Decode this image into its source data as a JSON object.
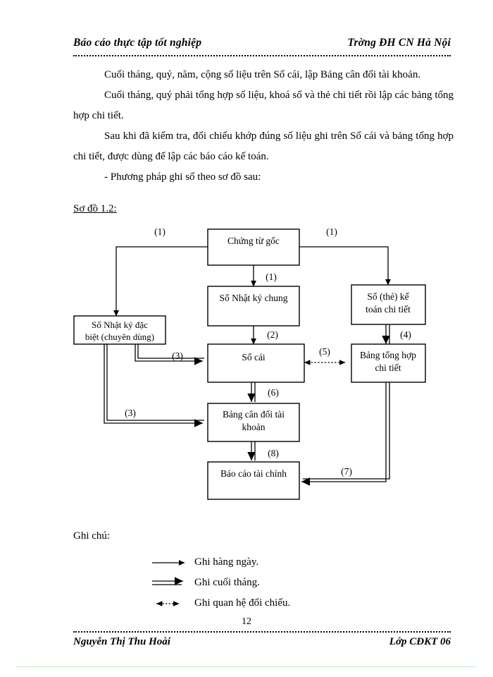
{
  "header": {
    "left": "Báo cáo thực tập tốt nghiệp",
    "right": "Trờng   ĐH CN Hà Nội"
  },
  "body": {
    "p1": "Cuối tháng, quý, năm, cộng số liệu trên Sổ cái, lập Bảng cân đối tài khoản.",
    "p2": "Cuối tháng, quý phải tổng hợp số liệu, khoá sổ và thẻ chi tiết rồi lập các bảng tổng hợp chi tiết.",
    "p3": "Sau khi đã kiểm tra, đối chiếu khớp đúng số liệu ghi trên Sổ cái và bảng tổng hợp chi tiết, được dùng để lập các báo cáo kế toán.",
    "p4": "- Phương pháp ghi sổ theo sơ đồ sau:",
    "caption": "Sơ đồ 1.2:"
  },
  "diagram": {
    "boxes": {
      "chung_tu_goc": "Chứng từ gốc",
      "so_nhat_ky_chung": "Sổ Nhật ký chung",
      "so_the_ke_toan_line1": "Sổ (thẻ) kế",
      "so_the_ke_toan_line2": "toán chi tiết",
      "so_nhat_ky_dac_biet_line1": "Sổ Nhật ký đặc",
      "so_nhat_ky_dac_biet_line2": "biệt (chuyên  dùng)",
      "so_cai": "Sổ cái",
      "bang_tong_hop_line1": "Bảng tổng hợp",
      "bang_tong_hop_line2": "chi tiết",
      "bang_can_doi_line1": "Bảng cân đối tài",
      "bang_can_doi_line2": "khoản",
      "bao_cao_tai_chinh": "Báo cáo tài chính"
    },
    "labels": {
      "l1_left": "(1)",
      "l1_right": "(1)",
      "l1_center": "(1)",
      "l2": "(2)",
      "l3_upper": "(3)",
      "l3_lower": "(3)",
      "l4": "(4)",
      "l5": "(5)",
      "l6": "(6)",
      "l7": "(7)",
      "l8": "(8)"
    }
  },
  "legend": {
    "title": "Ghi chú:",
    "items": [
      {
        "glyph": "single-arrow-icon",
        "label": "Ghi hàng ngày."
      },
      {
        "glyph": "double-arrow-icon",
        "label": "Ghi cuối tháng."
      },
      {
        "glyph": "dotted-double-arrow-icon",
        "label": "Ghi quan hệ đối chiếu."
      }
    ]
  },
  "footer": {
    "page_number": "12",
    "left": "Nguyễn Thị Thu Hoài",
    "right": "Lớp CĐKT 06"
  },
  "colors": {
    "ink": "#000000",
    "paper": "#ffffff",
    "scanline": "#8fe08f"
  }
}
